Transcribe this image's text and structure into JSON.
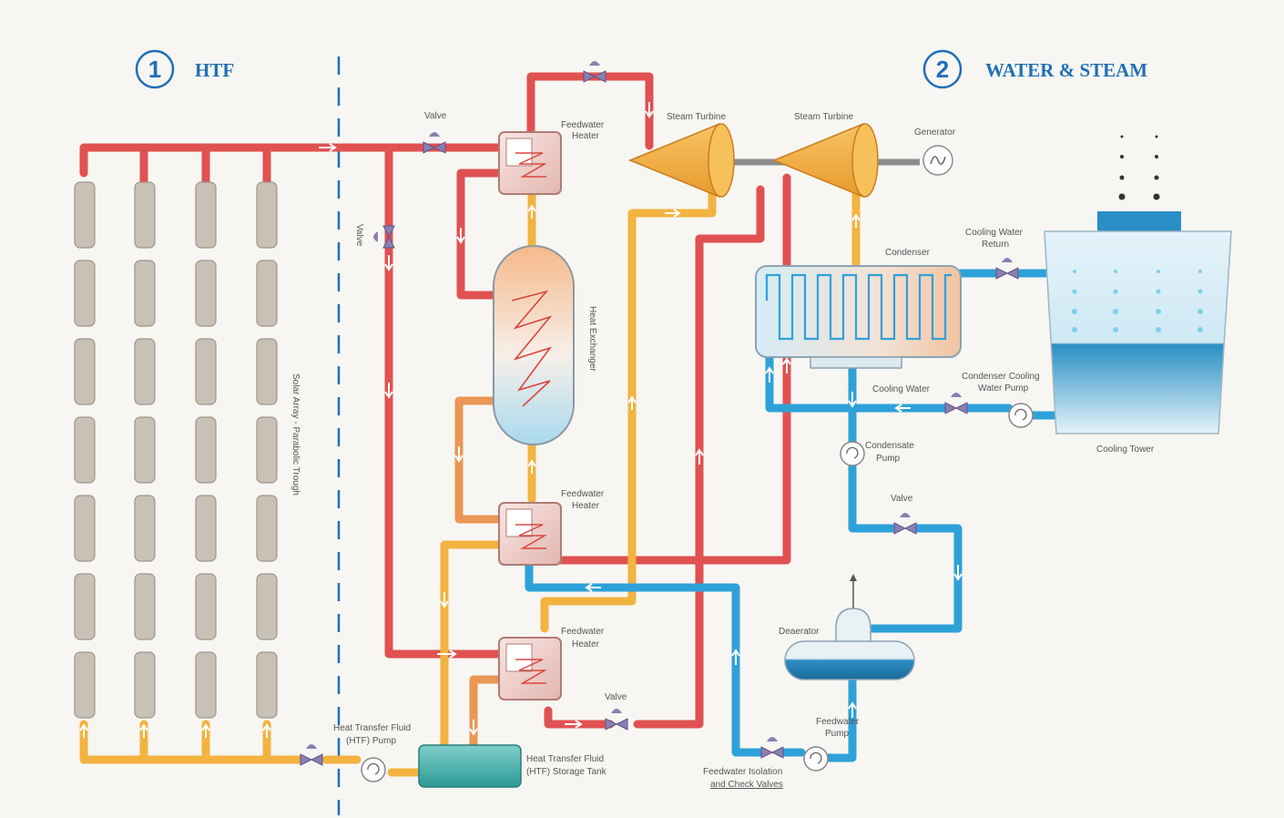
{
  "sections": {
    "htf": {
      "number": "1",
      "title": "HTF"
    },
    "water_steam": {
      "number": "2",
      "title": "WATER & STEAM"
    }
  },
  "labels": {
    "valve_top": "Valve",
    "valve_vertical": "Valve",
    "feedwater_heater_top_1": "Feedwater",
    "feedwater_heater_top_2": "Heater",
    "steam_turbine_1": "Steam Turbine",
    "steam_turbine_2": "Steam Turbine",
    "generator": "Generator",
    "heat_exchanger": "Heat Exchanger",
    "solar_array": "Solar Array - Parabolic Trough",
    "condenser": "Condenser",
    "cooling_water_return_1": "Cooling Water",
    "cooling_water_return_2": "Return",
    "cooling_water": "Cooling Water",
    "condenser_cooling_pump_1": "Condenser Cooling",
    "condenser_cooling_pump_2": "Water Pump",
    "cooling_tower": "Cooling Tower",
    "condensate_pump_1": "Condensate",
    "condensate_pump_2": "Pump",
    "valve_right": "Valve",
    "feedwater_heater_mid_1": "Feedwater",
    "feedwater_heater_mid_2": "Heater",
    "feedwater_heater_low_1": "Feedwater",
    "feedwater_heater_low_2": "Heater",
    "deaerator": "Deaerator",
    "valve_bottom": "Valve",
    "feedwater_pump_1": "Feedwater",
    "feedwater_pump_2": "Pump",
    "htf_pump_1": "Heat Transfer Fluid",
    "htf_pump_2": "(HTF) Pump",
    "htf_tank_1": "Heat Transfer Fluid",
    "htf_tank_2": "(HTF) Storage Tank",
    "feedwater_isolation_1": "Feedwater Isolation",
    "feedwater_isolation_2": "and Check Valves"
  },
  "colors": {
    "hot_htf": "#e05151",
    "cold_htf": "#f2b340",
    "water": "#2ea1d9",
    "accent": "#1f6fb5"
  }
}
